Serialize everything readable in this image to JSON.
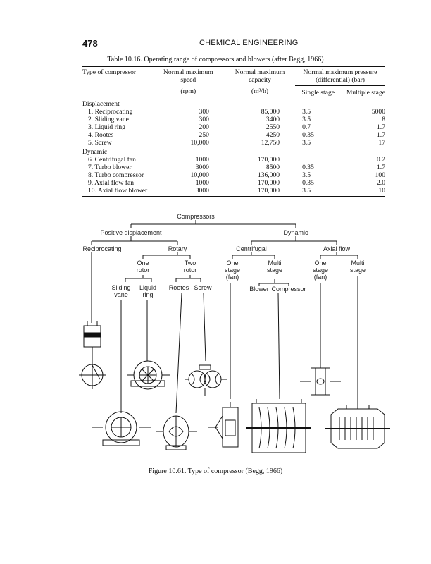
{
  "header": {
    "page_number": "478",
    "running_head": "CHEMICAL ENGINEERING"
  },
  "table": {
    "caption": "Table 10.16.   Operating range of compressors and blowers (after Begg, 1966)",
    "headers": {
      "type": "Type of compressor",
      "speed_line1": "Normal maximum",
      "speed_line2": "speed",
      "speed_unit": "(rpm)",
      "capacity_line1": "Normal maximum",
      "capacity_line2": "capacity",
      "capacity_unit": "(m³/h)",
      "pressure_line1": "Normal maximum pressure",
      "pressure_line2": "(differential) (bar)",
      "single": "Single stage",
      "multiple": "Multiple stage"
    },
    "groups": [
      {
        "name": "Displacement",
        "rows": [
          {
            "type": "1. Reciprocating",
            "speed": "300",
            "capacity": "85,000",
            "single": "3.5",
            "multiple": "5000"
          },
          {
            "type": "2. Sliding vane",
            "speed": "300",
            "capacity": "3400",
            "single": "3.5",
            "multiple": "8"
          },
          {
            "type": "3. Liquid ring",
            "speed": "200",
            "capacity": "2550",
            "single": "0.7",
            "multiple": "1.7"
          },
          {
            "type": "4. Rootes",
            "speed": "250",
            "capacity": "4250",
            "single": "0.35",
            "multiple": "1.7"
          },
          {
            "type": "5. Screw",
            "speed": "10,000",
            "capacity": "12,750",
            "single": "3.5",
            "multiple": "17"
          }
        ]
      },
      {
        "name": "Dynamic",
        "rows": [
          {
            "type": "6. Centrifugal fan",
            "speed": "1000",
            "capacity": "170,000",
            "single": "",
            "multiple": "0.2"
          },
          {
            "type": "7. Turbo blower",
            "speed": "3000",
            "capacity": "8500",
            "single": "0.35",
            "multiple": "1.7"
          },
          {
            "type": "8. Turbo compressor",
            "speed": "10,000",
            "capacity": "136,000",
            "single": "3.5",
            "multiple": "100"
          },
          {
            "type": "9. Axial flow fan",
            "speed": "1000",
            "capacity": "170,000",
            "single": "0.35",
            "multiple": "2.0"
          },
          {
            "type": "10. Axial flow blower",
            "speed": "3000",
            "capacity": "170,000",
            "single": "3.5",
            "multiple": "10"
          }
        ]
      }
    ]
  },
  "figure": {
    "caption": "Figure 10.61.   Type of compressor (Begg, 1966)",
    "labels": {
      "root": "Compressors",
      "positive": "Positive displacement",
      "dynamic": "Dynamic",
      "reciprocating": "Reciprocating",
      "rotary": "Rotary",
      "centrifugal": "Centrifugal",
      "axial": "Axial flow",
      "one_rotor_1": "One",
      "one_rotor_2": "rotor",
      "two_rotor_1": "Two",
      "two_rotor_2": "rotor",
      "c_one_1": "One",
      "c_one_2": "stage",
      "c_one_3": "(fan)",
      "c_multi_1": "Multi",
      "c_multi_2": "stage",
      "a_one_1": "One",
      "a_one_2": "stage",
      "a_one_3": "(fan)",
      "a_multi_1": "Multi",
      "a_multi_2": "stage",
      "sliding_1": "Sliding",
      "sliding_2": "vane",
      "liquid_1": "Liquid",
      "liquid_2": "ring",
      "rootes": "Rootes",
      "screw": "Screw",
      "blower": "Blower",
      "compressor": "Compressor"
    }
  }
}
